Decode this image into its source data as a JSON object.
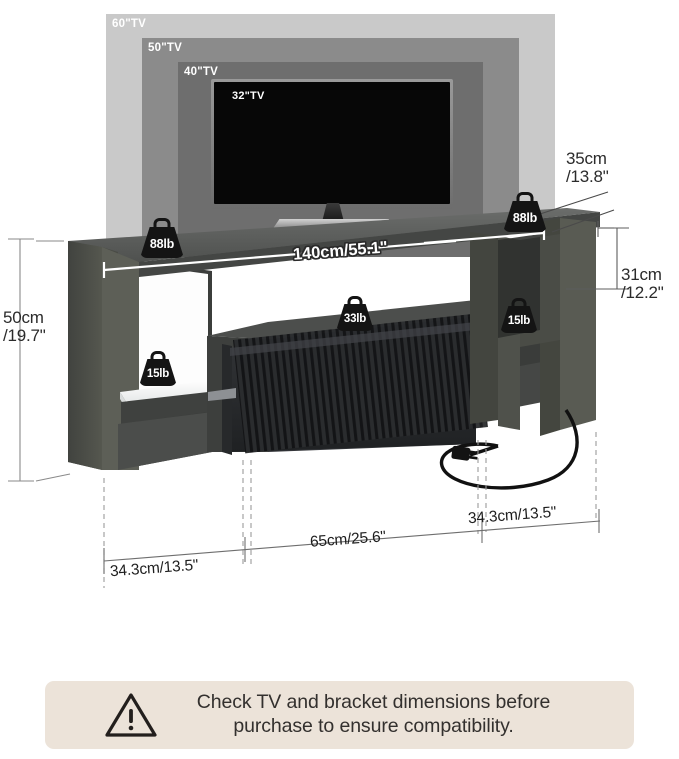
{
  "tv_sizes": [
    {
      "id": "60",
      "label": "60\"TV"
    },
    {
      "id": "50",
      "label": "50\"TV"
    },
    {
      "id": "40",
      "label": "40\"TV"
    },
    {
      "id": "32",
      "label": "32\"TV"
    }
  ],
  "weights": [
    {
      "id": "top-left",
      "label": "88lb"
    },
    {
      "id": "top-right",
      "label": "88lb"
    },
    {
      "id": "drawer-top",
      "label": "33lb"
    },
    {
      "id": "shelf-left",
      "label": "15lb"
    },
    {
      "id": "shelf-right",
      "label": "15lb"
    }
  ],
  "dimensions": {
    "width_total": "140cm/55.1\"",
    "depth": "35cm\n/13.8\"",
    "height_opening": "31cm\n/12.2\"",
    "height_total": "50cm\n/19.7\"",
    "section_left": "34.3cm/13.5\"",
    "section_center": "65cm/25.6\"",
    "section_right": "34.3cm/13.5\""
  },
  "warning": {
    "icon": "warning-triangle-icon",
    "line1": "Check TV and bracket dimensions before",
    "line2": "purchase to ensure compatibility."
  },
  "colors": {
    "band_60": "#c9c9c9",
    "band_50": "#8b8b8b",
    "band_40": "#6e6e6e",
    "screen": "#070707",
    "cabinet_front": "#4a4c4a",
    "cabinet_top": "#5a5c5a",
    "banner_bg": "#ece3d9",
    "badge_bg": "#141414"
  }
}
